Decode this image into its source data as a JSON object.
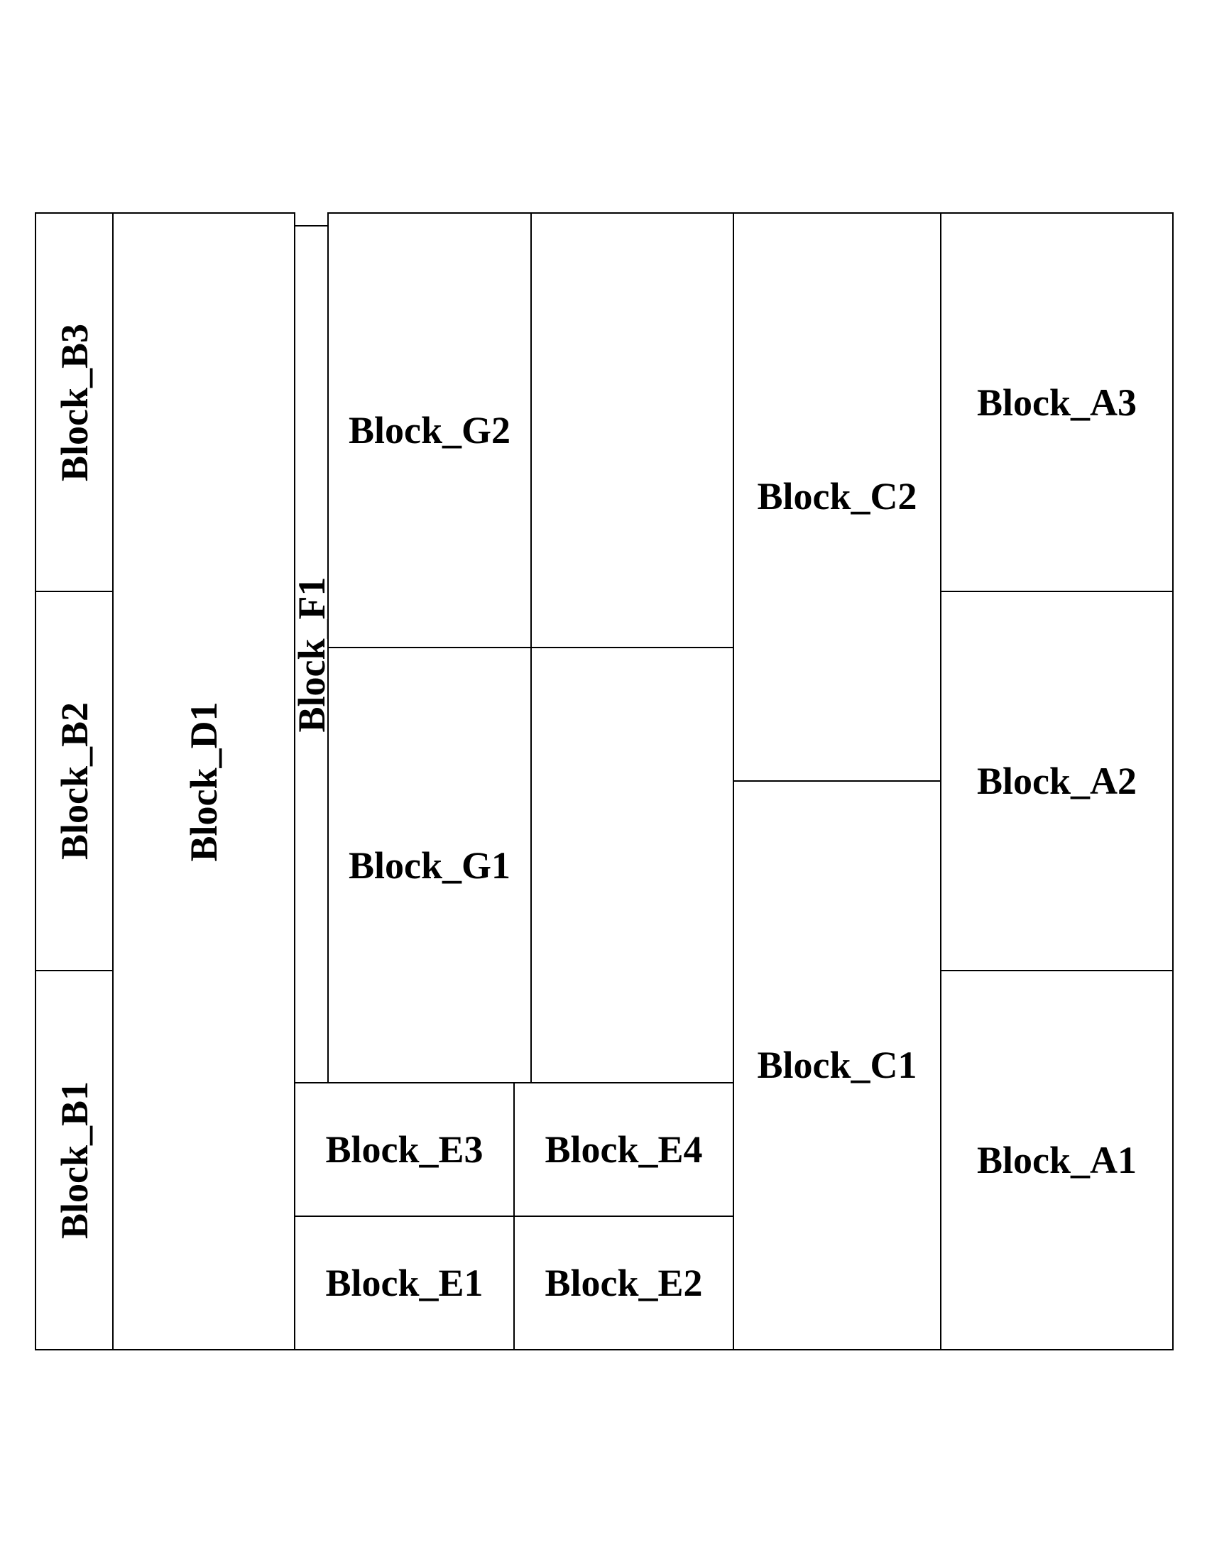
{
  "blocks": {
    "a1": "Block_A1",
    "a2": "Block_A2",
    "a3": "Block_A3",
    "b1": "Block_B1",
    "b2": "Block_B2",
    "b3": "Block_B3",
    "c1": "Block_C1",
    "c2": "Block_C2",
    "d1": "Block_D1",
    "e1": "Block_E1",
    "e2": "Block_E2",
    "e3": "Block_E3",
    "e4": "Block_E4",
    "f1": "Block_F1",
    "g1": "Block_G1",
    "g2": "Block_G2"
  }
}
